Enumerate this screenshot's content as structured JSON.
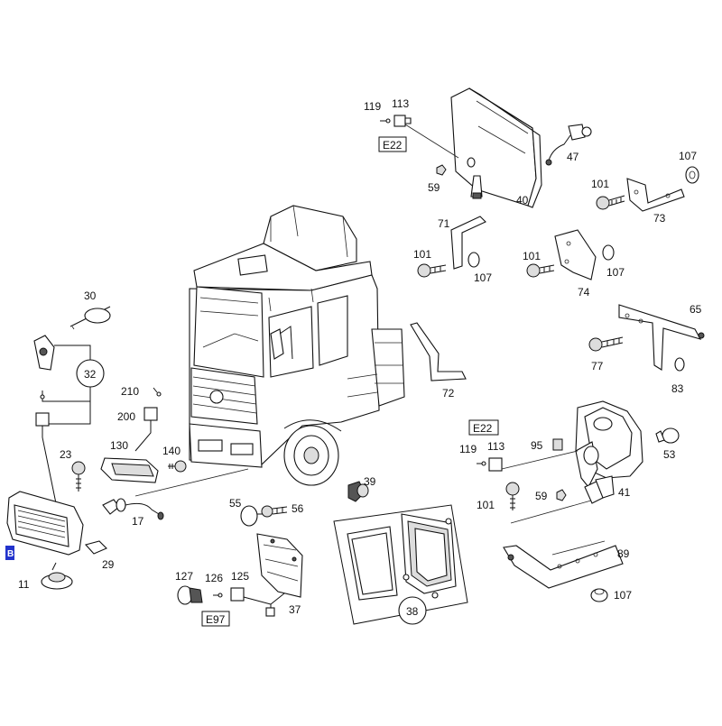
{
  "diagram": {
    "callouts": {
      "c119a": "119",
      "c113a": "113",
      "cE22a": "E22",
      "c47": "47",
      "c59a": "59",
      "c40": "40",
      "c107a": "107",
      "c101a": "101",
      "c73": "73",
      "c71": "71",
      "c101b": "101",
      "c107b": "107",
      "c101c": "101",
      "c107c": "107",
      "c74": "74",
      "c30": "30",
      "c32": "32",
      "c65": "65",
      "c77": "77",
      "c83": "83",
      "c72": "72",
      "c210": "210",
      "c200": "200",
      "c130": "130",
      "c140": "140",
      "c23": "23",
      "c17": "17",
      "c29": "29",
      "c11": "11",
      "c55": "55",
      "c56": "56",
      "c39": "39",
      "c127": "127",
      "c126": "126",
      "c125": "125",
      "cE97": "E97",
      "c37": "37",
      "c38": "38",
      "cE22b": "E22",
      "c119b": "119",
      "c113b": "113",
      "c95": "95",
      "c53": "53",
      "c101d": "101",
      "c59b": "59",
      "c41": "41",
      "c89": "89",
      "c107d": "107",
      "cB": "B"
    }
  }
}
